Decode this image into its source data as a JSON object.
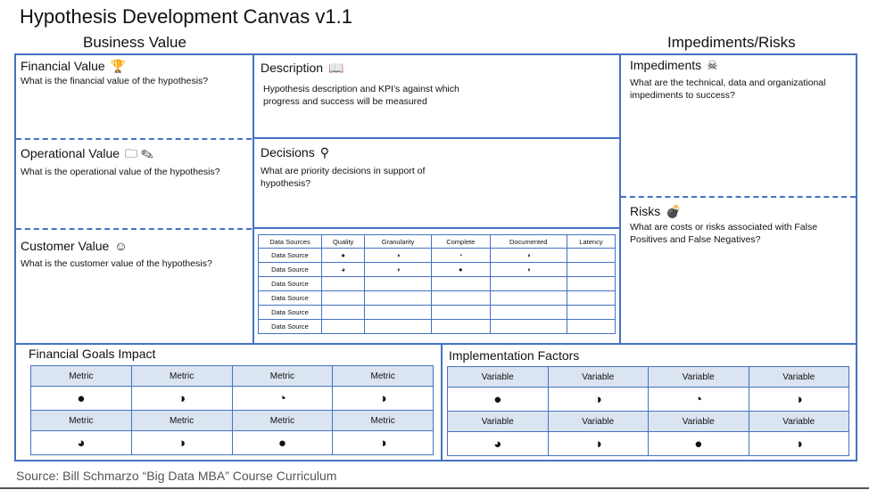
{
  "title": "Hypothesis Development Canvas v1.1",
  "headers": {
    "business_value": "Business Value",
    "impediments_risks": "Impediments/Risks"
  },
  "financial": {
    "title": "Financial Value",
    "icon": "trophy-icon",
    "question": "What is the financial value of the hypothesis?"
  },
  "operational": {
    "title": "Operational Value",
    "icon": "folder-pencil-icon",
    "question": "What is the operational value of the hypothesis?"
  },
  "customer": {
    "title": "Customer Value",
    "icon": "smiley-icon",
    "question": "What is the customer value of the hypothesis?"
  },
  "description": {
    "title": "Description",
    "icon": "book-icon",
    "text1": "Hypothesis description and KPI’s against which",
    "text2": "progress and success will be measured"
  },
  "decisions": {
    "title": "Decisions",
    "icon": "magnifier-icon",
    "text1": "What are priority decisions in support of",
    "text2": "hypothesis?"
  },
  "impediments": {
    "title": "Impediments",
    "icon": "skull-icon",
    "text1": "What are the technical, data and organizational",
    "text2": "impediments to success?"
  },
  "risks": {
    "title": "Risks",
    "icon": "bomb-icon",
    "text1": "What are costs or risks associated with False",
    "text2": "Positives and False Negatives?"
  },
  "data_sources": {
    "headers": [
      "Data Sources",
      "Quality",
      "Granularity",
      "Complete",
      "Documented",
      "Latency"
    ],
    "rows": [
      [
        "Data Source",
        "●",
        "◑",
        "◔",
        "◑",
        ""
      ],
      [
        "Data Source",
        "◕",
        "◑",
        "●",
        "◑",
        ""
      ],
      [
        "Data Source",
        "",
        "",
        "",
        "",
        ""
      ],
      [
        "Data Source",
        "",
        "",
        "",
        "",
        ""
      ],
      [
        "Data Source",
        "",
        "",
        "",
        "",
        ""
      ],
      [
        "Data Source",
        "",
        "",
        "",
        "",
        ""
      ]
    ]
  },
  "financial_goals": {
    "title": "Financial Goals Impact",
    "row1_labels": [
      "Metric",
      "Metric",
      "Metric",
      "Metric"
    ],
    "row1_values": [
      "●",
      "◑",
      "◔",
      "◑"
    ],
    "row2_labels": [
      "Metric",
      "Metric",
      "Metric",
      "Metric"
    ],
    "row2_values": [
      "◕",
      "◑",
      "●",
      "◑"
    ]
  },
  "implementation": {
    "title": "Implementation Factors",
    "row1_labels": [
      "Variable",
      "Variable",
      "Variable",
      "Variable"
    ],
    "row1_values": [
      "●",
      "◑",
      "◔",
      "◑"
    ],
    "row2_labels": [
      "Variable",
      "Variable",
      "Variable",
      "Variable"
    ],
    "row2_values": [
      "◕",
      "◑",
      "●",
      "◑"
    ]
  },
  "source": "Source: Bill Schmarzo “Big Data MBA” Course Curriculum"
}
